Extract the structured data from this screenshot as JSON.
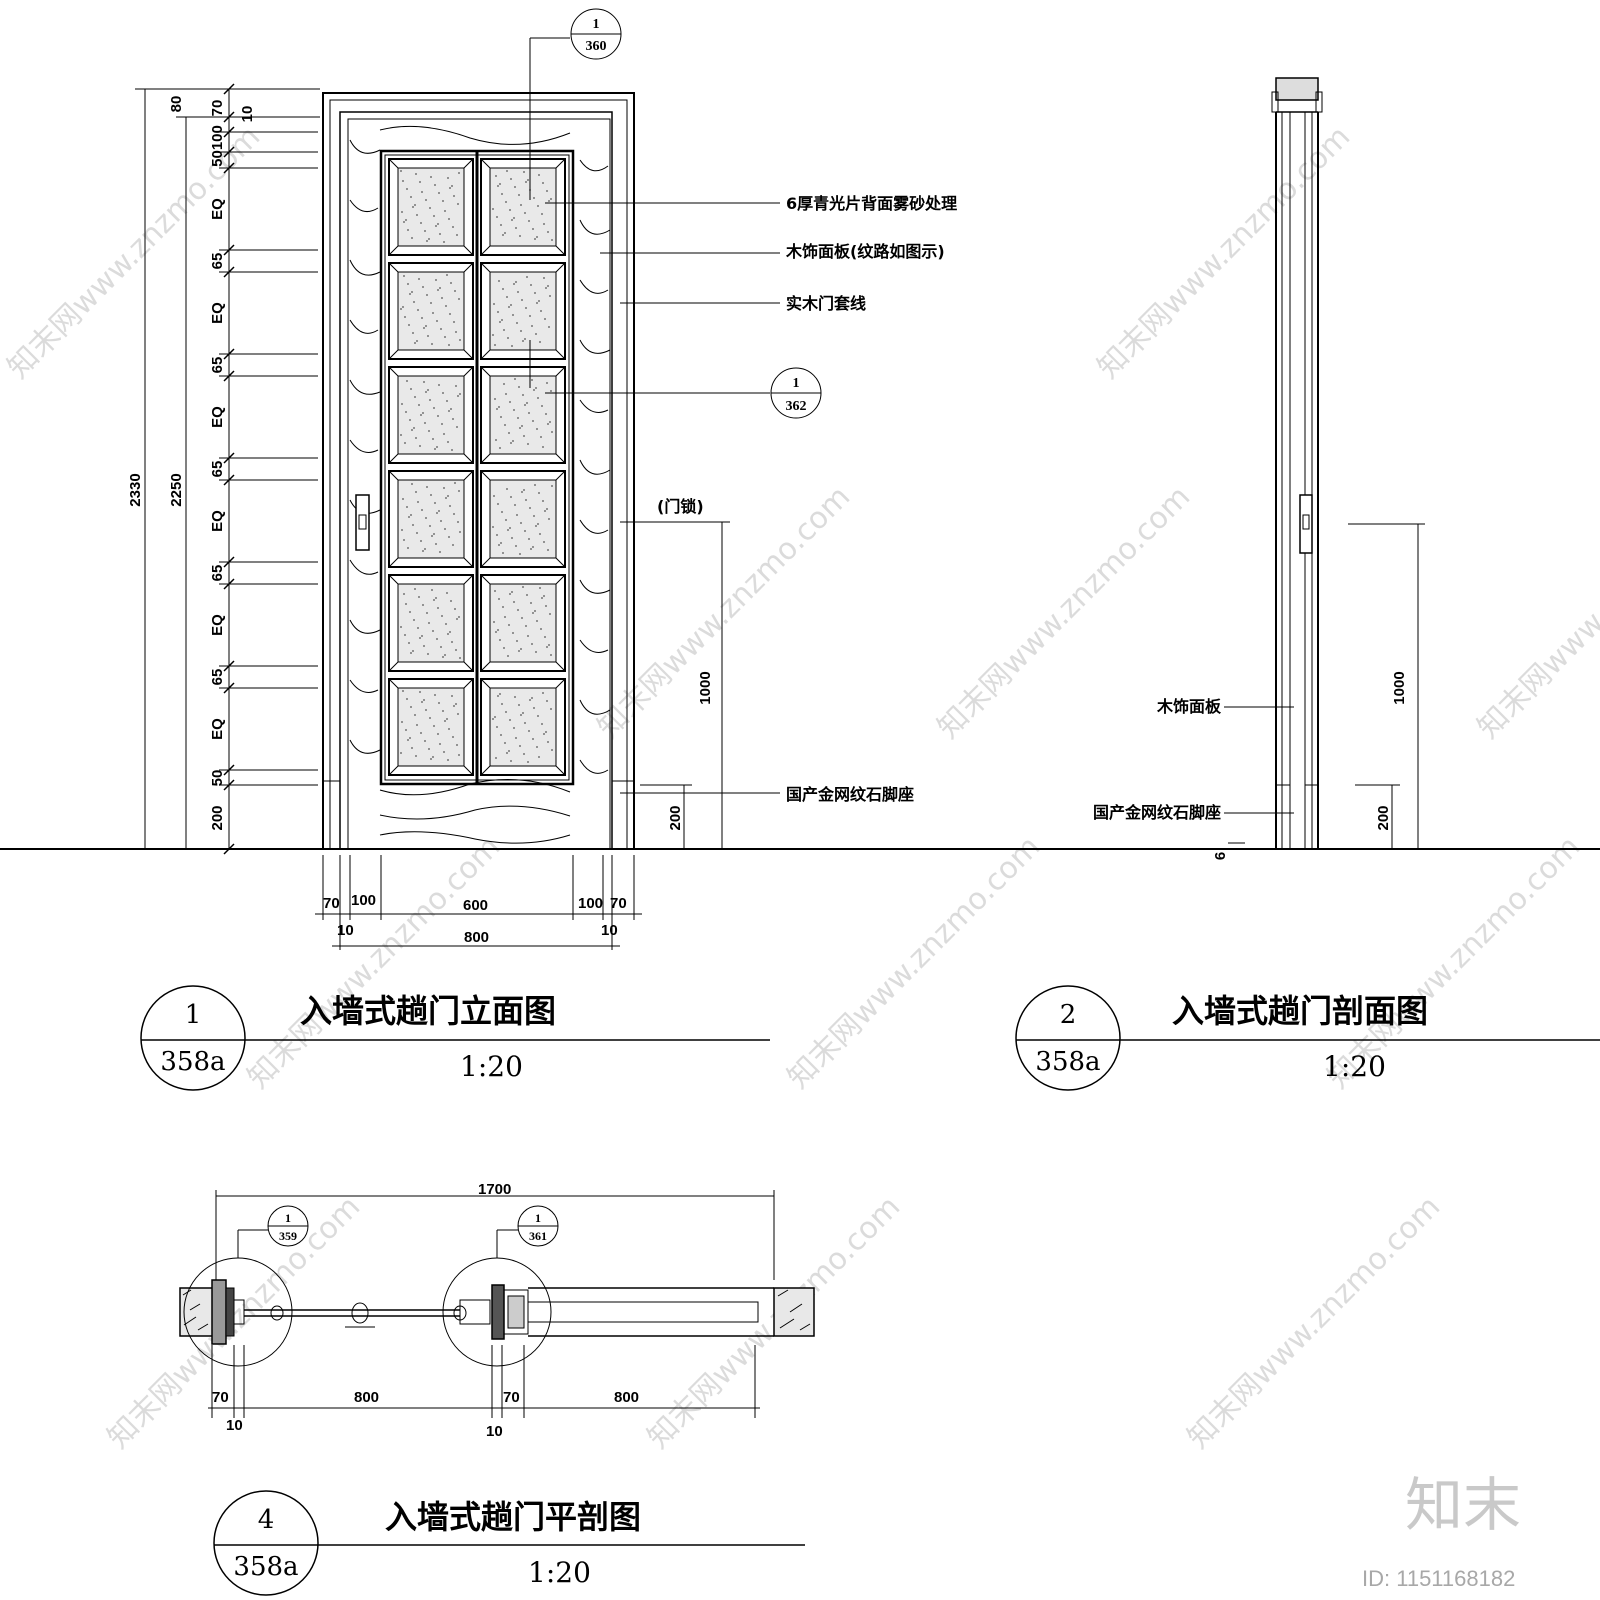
{
  "views": {
    "elevation": {
      "number": "1",
      "sheet": "358a",
      "title": "入墙式趟门立面图",
      "scale": "1:20"
    },
    "section": {
      "number": "2",
      "sheet": "358a",
      "title": "入墙式趟门剖面图",
      "scale": "1:20"
    },
    "plan": {
      "number": "4",
      "sheet": "358a",
      "title": "入墙式趟门平剖图",
      "scale": "1:20"
    }
  },
  "detail_refs": {
    "top": {
      "num": "1",
      "sheet": "360"
    },
    "mid": {
      "num": "1",
      "sheet": "362"
    },
    "plan_left": {
      "num": "1",
      "sheet": "359"
    },
    "plan_right": {
      "num": "1",
      "sheet": "361"
    }
  },
  "callouts": {
    "glass": "6厚青光片背面雾砂处理",
    "wood_panel": "木饰面板(纹路如图示)",
    "frame": "实木门套线",
    "lock": "(门锁)",
    "base": "国产金网纹石脚座",
    "section_panel": "木饰面板",
    "section_base": "国产金网纹石脚座"
  },
  "dims_left": {
    "total": "2330",
    "door": "2250",
    "top_a": "80",
    "top_b": "70",
    "top_c": "10",
    "top_d": "50100",
    "eq": "EQ",
    "rail": "65",
    "bottom_rail": "50",
    "base": "200"
  },
  "dims_bottom": {
    "frame": "70",
    "stile": "100",
    "glass_width": "600",
    "gap": "10",
    "door_width": "800"
  },
  "dims_right": {
    "lock_height": "1000",
    "base": "200",
    "floor_offset": "6"
  },
  "plan_dims": {
    "overall": "1700",
    "frame": "70",
    "door": "800",
    "gap": "10"
  },
  "watermark": "知末网www.znzmo.com",
  "brand": "知末",
  "id_text": "ID: 1151168182"
}
